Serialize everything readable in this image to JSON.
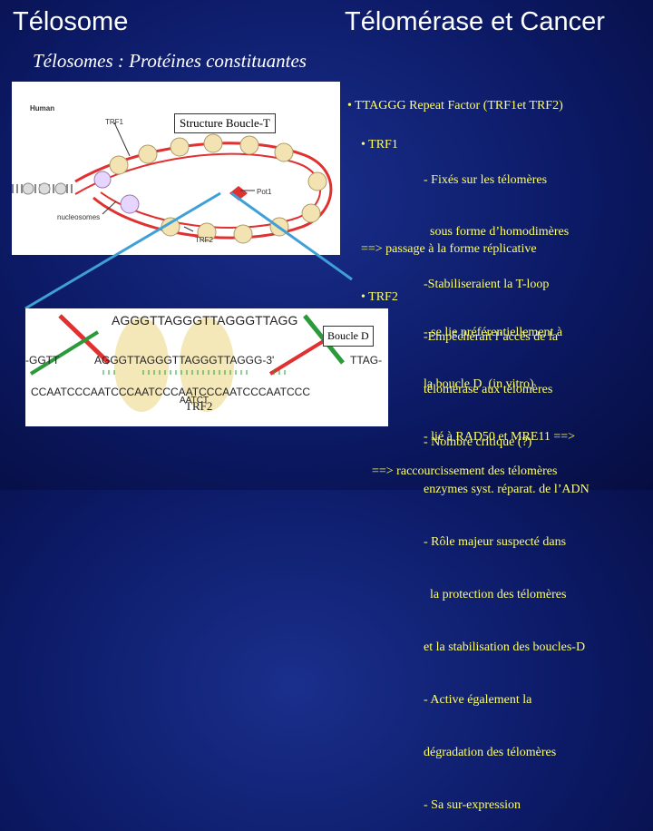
{
  "header": {
    "left_title": "Télosome",
    "right_title": "Télomérase et Cancer",
    "subtitle": "Télosomes : Protéines constituantes"
  },
  "figure_top": {
    "species_label": "Human",
    "structure_label": "Structure Boucle-T",
    "labels": {
      "trf1": "TRF1",
      "pot1": "Pot1",
      "nucleosomes": "nucleosomes",
      "trf2": "TRF2"
    }
  },
  "figure_bottom": {
    "seq_top": "AGGGTTAGGGTTAGGGTTAGG",
    "seq_left": "-GGTT",
    "seq_mid": "AGGGTTAGGGTTAGGGTTAGGG-3'",
    "seq_right": "TTAG-",
    "seq_bottom": "CCAATCCCAATCCCAATCCCAATCCCAATCCCAATCCC",
    "seq_small": "AATCT",
    "boucle_label": "Boucle D",
    "trf2_label": "TRF2"
  },
  "bullets": {
    "factor": "• TTAGGG Repeat Factor (TRF1et TRF2)",
    "trf1_head": "• TRF1",
    "trf1_lines": [
      "- Fixés sur les télomères",
      "  sous forme d’homodimères",
      "-Stabiliseraient la T-loop",
      "-Empêcherait l’accès de la",
      "télomérase aux télomères",
      "- Nombre critique (?)"
    ],
    "trf1_conclusion": "==> passage à la forme réplicative",
    "trf2_head": "• TRF2",
    "trf2_lines": [
      "- se lie préférentiellement à",
      "la boucle D  (in vitro)",
      "- lié à RAD50 et MRE11 ==>",
      "enzymes syst. réparat. de l’ADN",
      "- Rôle majeur suspecté dans",
      "  la protection des télomères",
      "et la stabilisation des boucles-D",
      "- Active également la",
      "dégradation des télomères",
      "- Sa sur-expression"
    ],
    "trf2_conclusion": "==> raccourcissement des télomères"
  },
  "colors": {
    "background": "#0c1a66",
    "bullet_text": "#ffff66",
    "loop_red": "#e03030",
    "dna_green": "#2a9a3a",
    "trf2_blob": "#f4e7b8"
  }
}
